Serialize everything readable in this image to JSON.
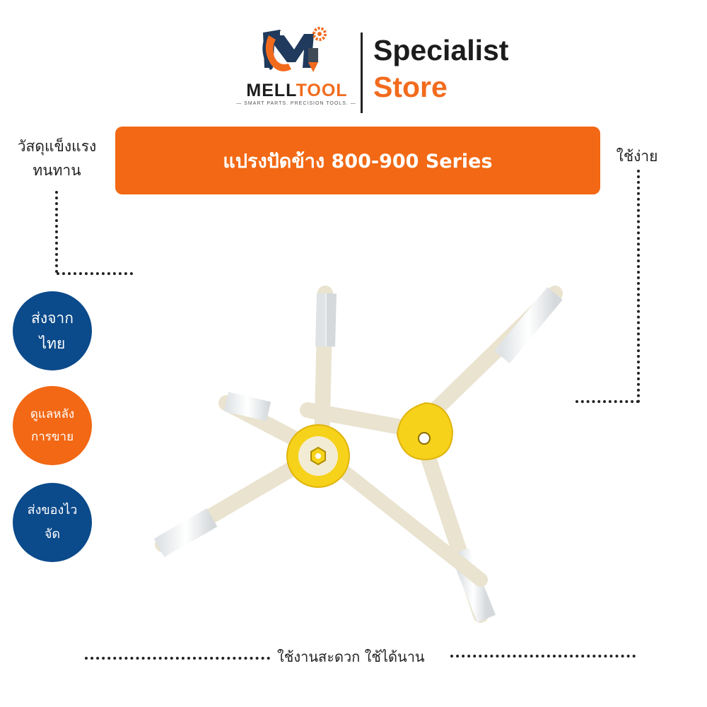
{
  "logo": {
    "word_part1": "MELL",
    "word_part2": "TOOL",
    "tagline": "— SMART PARTS. PRECISION TOOLS. —"
  },
  "brand": {
    "line1": "Specialist",
    "line2": "Store"
  },
  "banner": {
    "title": "แปรงปัดข้าง 800-900 Series"
  },
  "labels": {
    "durable_line1": "วัสดุแข็งแรง",
    "durable_line2": "ทนทาน",
    "easy_to_use": "ใช้ง่าย",
    "footer": "ใช้งานสะดวก  ใช้ได้นาน"
  },
  "badges": [
    {
      "line1": "ส่งจาก",
      "line2": "ไทย"
    },
    {
      "line1": "ดูแลหลัง",
      "line2": "การขาย"
    },
    {
      "line1": "ส่งของไว",
      "line2": "จัด"
    }
  ],
  "colors": {
    "accent_orange": "#f26814",
    "badge_blue": "#0b4a8b",
    "text_dark": "#1c1c1c",
    "brush_yellow": "#f6d21a"
  },
  "icons": {
    "logo": "melltool-logo-icon",
    "product": "side-brush-product-image"
  }
}
